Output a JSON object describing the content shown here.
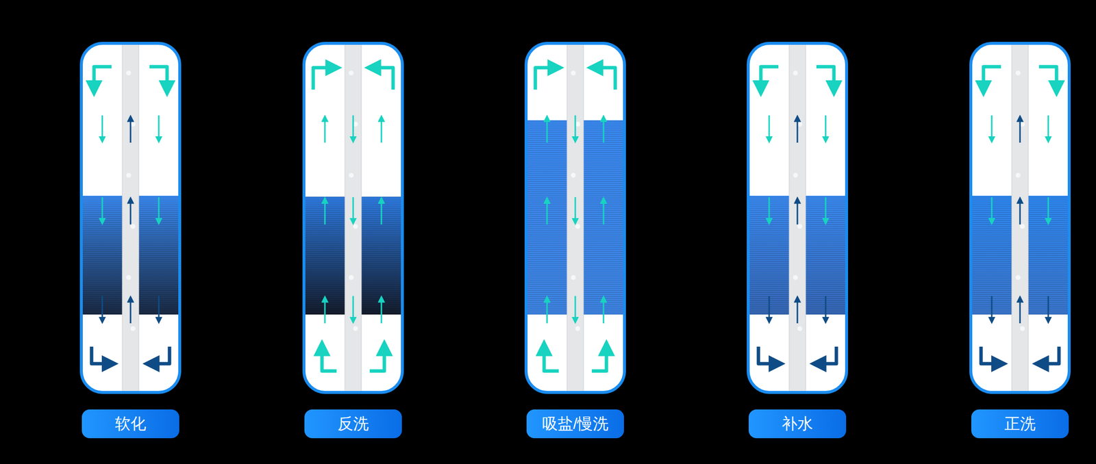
{
  "diagram": {
    "nodes": [
      {
        "text": [
          "软化"
        ]
      },
      {
        "text": [
          "反洗"
        ]
      },
      {
        "text": [
          "吸盐/慢洗"
        ]
      },
      {
        "text": [
          "补水"
        ]
      },
      {
        "text": [
          "正洗"
        ]
      }
    ]
  }
}
